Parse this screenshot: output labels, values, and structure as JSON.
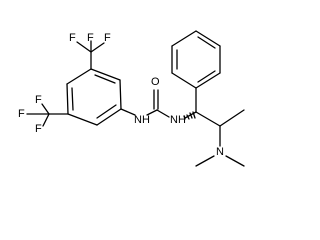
{
  "molecule": {
    "atom_labels": {
      "f_top_1": "F",
      "f_top_2": "F",
      "f_top_3": "F",
      "f_left_1": "F",
      "f_left_2": "F",
      "f_left_3": "F",
      "carbonyl_oxygen": "O",
      "nh_left": "N",
      "nh_left_h": "H",
      "nh_right": "N",
      "nh_right_h": "H",
      "dimethylamino_n": "N"
    }
  }
}
